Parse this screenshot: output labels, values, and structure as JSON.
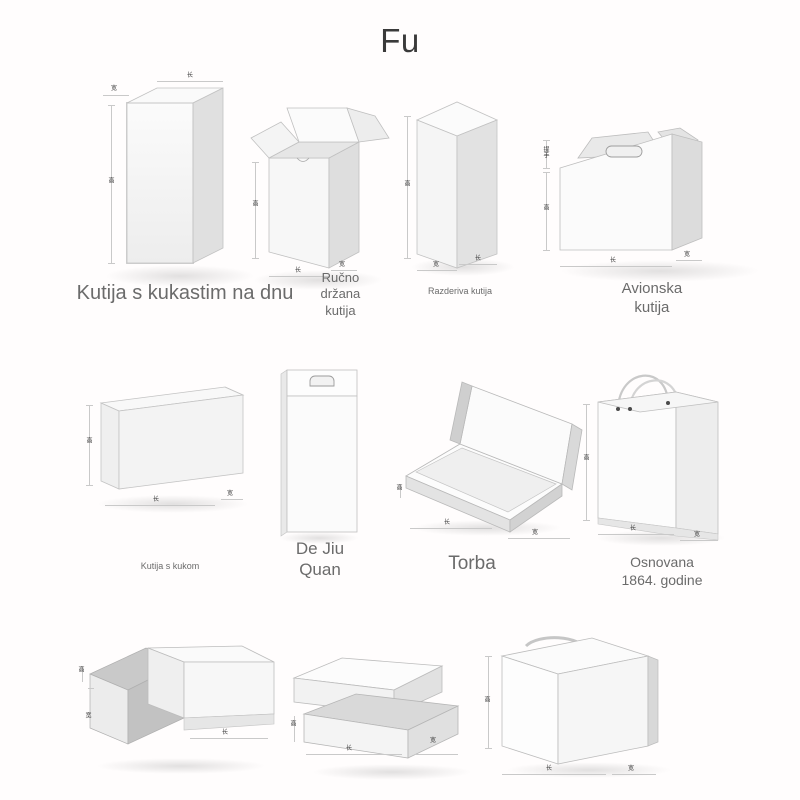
{
  "page": {
    "title": "Fu",
    "background_color": "#fffdfd",
    "title_color": "#3a3a3a"
  },
  "dimension_labels": {
    "length": "长",
    "width": "宽",
    "height": "高",
    "handle": "提手"
  },
  "rows": [
    {
      "items": [
        {
          "id": "bottom-hook-box",
          "caption": "Kutija s kukastim na dnu",
          "caption_size": 20,
          "art": "tall-upright-box",
          "dims": [
            "宽",
            "长",
            "高"
          ]
        },
        {
          "id": "hand-held-box",
          "caption": "Ručno\ndržana kutija",
          "caption_size": 13,
          "art": "open-flap-box",
          "dims": [
            "高",
            "长",
            "宽"
          ]
        },
        {
          "id": "tear-away-box",
          "caption": "Razderiva kutija",
          "caption_size": 9,
          "art": "slim-tall-box",
          "dims": [
            "高",
            "宽",
            "长"
          ]
        },
        {
          "id": "airplane-box",
          "caption": "Avionska\nkutija",
          "caption_size": 15,
          "art": "gable-handle-box",
          "dims": [
            "提手",
            "高",
            "长",
            "宽"
          ]
        }
      ]
    },
    {
      "items": [
        {
          "id": "hook-box",
          "caption": "Kutija s kukom",
          "caption_size": 9,
          "art": "wide-flat-box",
          "dims": [
            "高",
            "长",
            "宽"
          ]
        },
        {
          "id": "de-jiu-quan",
          "caption": "De Jiu\nQuan",
          "caption_size": 17,
          "art": "hang-tab-box",
          "dims": []
        },
        {
          "id": "torba",
          "caption": "Torba",
          "caption_size": 19,
          "art": "open-mailer-box",
          "dims": [
            "高",
            "长",
            "宽"
          ]
        },
        {
          "id": "established-1864",
          "caption": "Osnovana\n1864. godine",
          "caption_size": 14,
          "art": "paper-shopping-bag",
          "dims": [
            "高",
            "长",
            "宽"
          ]
        }
      ]
    },
    {
      "items": [
        {
          "id": "sliding-drawer-box",
          "caption": "",
          "caption_size": 0,
          "art": "drawer-slide-box",
          "dims": [
            "高",
            "宽",
            "长"
          ]
        },
        {
          "id": "lid-and-base-box",
          "caption": "",
          "caption_size": 0,
          "art": "lid-base-box",
          "dims": [
            "高",
            "长",
            "宽"
          ]
        },
        {
          "id": "suitcase-handle-box",
          "caption": "",
          "caption_size": 0,
          "art": "suitcase-box",
          "dims": [
            "高",
            "长",
            "宽"
          ]
        }
      ]
    }
  ]
}
